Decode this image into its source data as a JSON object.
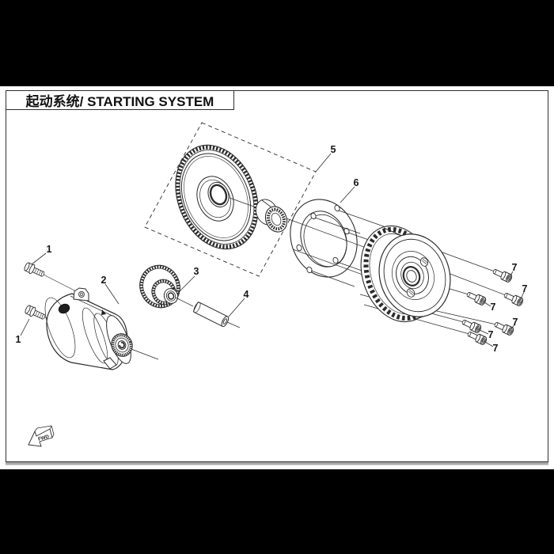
{
  "header": {
    "title": "起动系统/ STARTING SYSTEM"
  },
  "callouts": [
    {
      "label": "1"
    },
    {
      "label": "1"
    },
    {
      "label": "2"
    },
    {
      "label": "3"
    },
    {
      "label": "4"
    },
    {
      "label": "5"
    },
    {
      "label": "6"
    },
    {
      "label": "7"
    },
    {
      "label": "7"
    },
    {
      "label": "7"
    },
    {
      "label": "7"
    },
    {
      "label": "7"
    },
    {
      "label": "7"
    }
  ],
  "direction_marker": {
    "label": "FWD"
  },
  "colors": {
    "line": "#2b2b2b",
    "page_background": "#ffffff",
    "outside_background": "#000000",
    "page_shadow": "#a8a8a8"
  }
}
